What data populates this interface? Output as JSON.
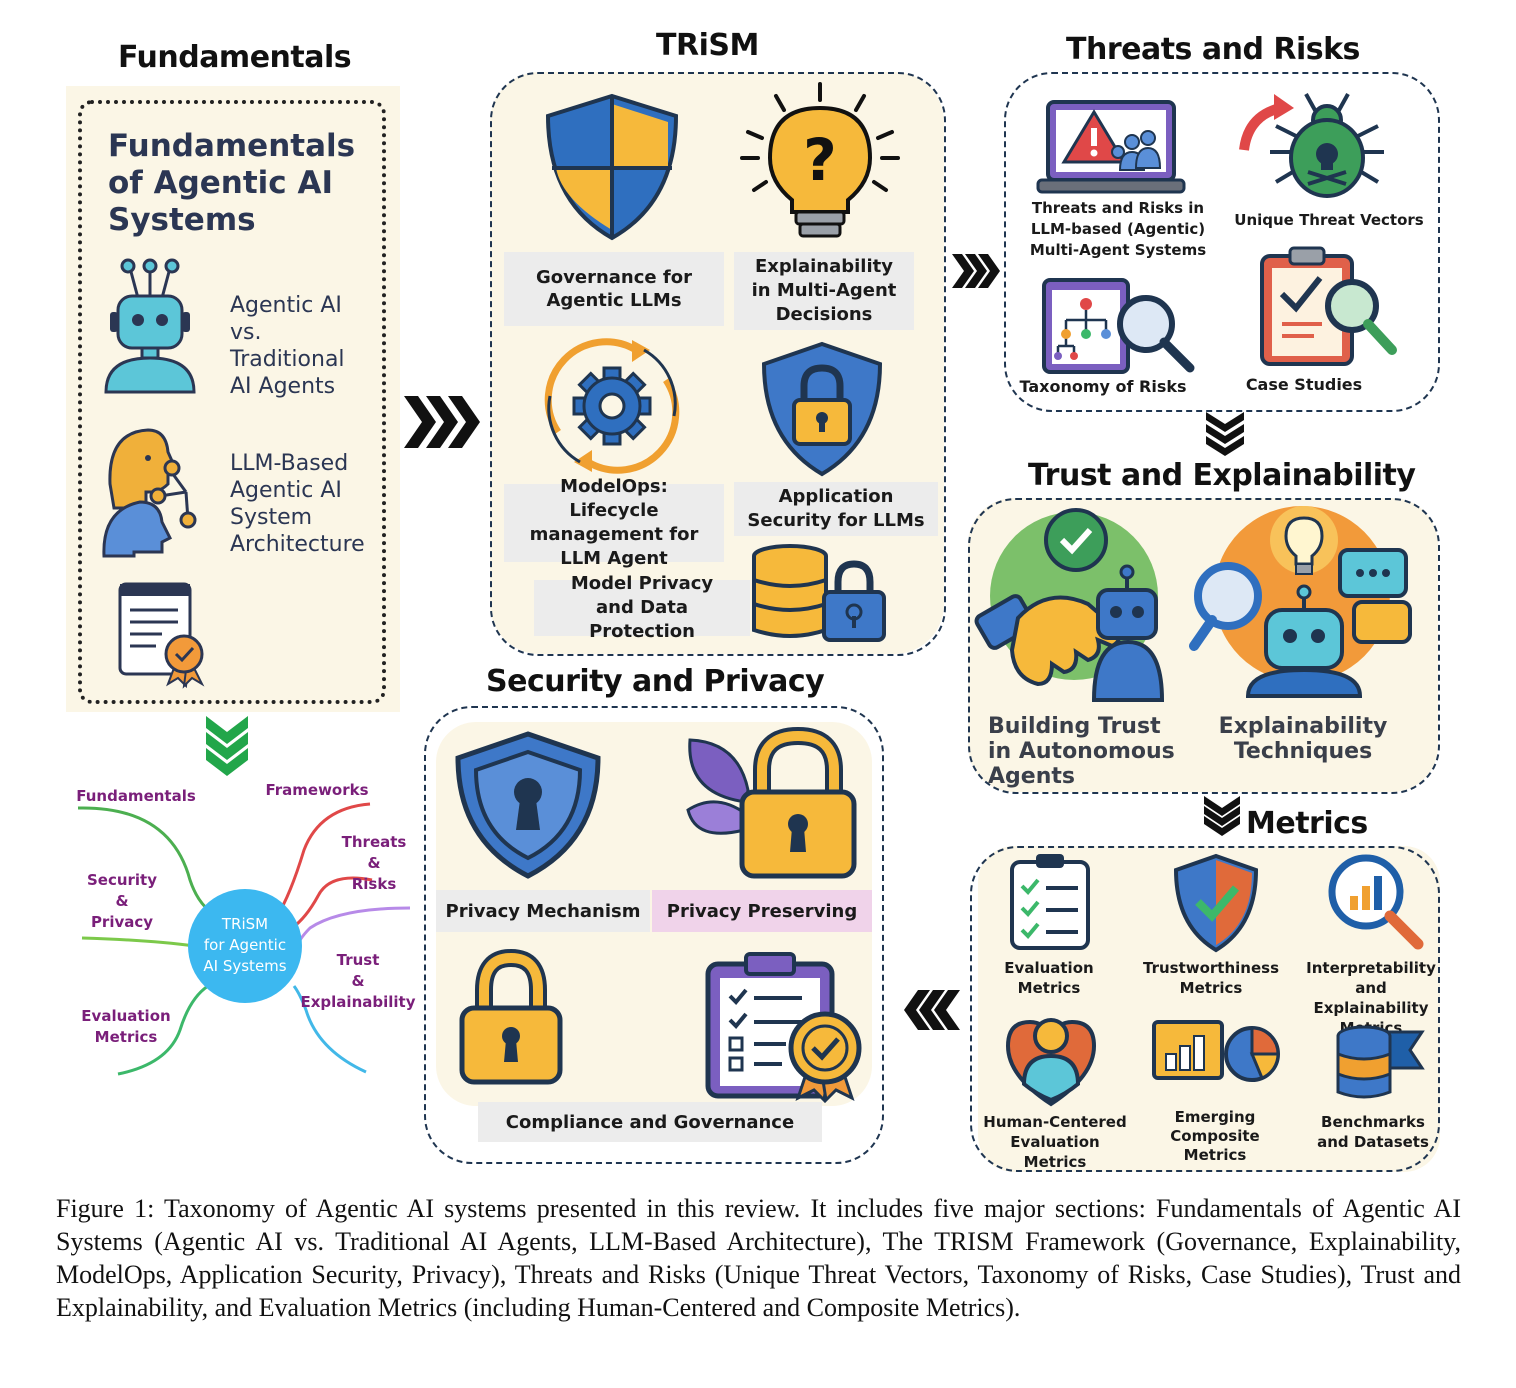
{
  "fundamentals": {
    "title": "Fundamentals",
    "heading": "Fundamentals of Agentic AI Systems",
    "items": [
      {
        "label": "Agentic AI vs. Traditional AI Agents",
        "icon": "robot-icon"
      },
      {
        "label": "LLM-Based Agentic AI System Architecture",
        "icon": "head-network-icon"
      },
      {
        "label": "",
        "icon": "certificate-document-icon"
      }
    ]
  },
  "trism": {
    "title": "TRiSM",
    "items": [
      {
        "label": "Governance for Agentic LLMs",
        "icon": "shield-icon"
      },
      {
        "label": "Explainability in Multi-Agent Decisions",
        "icon": "lightbulb-question-icon"
      },
      {
        "label": "ModelOps: Lifecycle management for LLM Agent",
        "icon": "gear-cycle-icon"
      },
      {
        "label": "Application Security for LLMs",
        "icon": "shield-lock-icon"
      },
      {
        "label": "Model Privacy and Data Protection",
        "icon": "database-lock-icon"
      }
    ]
  },
  "threats": {
    "title": "Threats and Risks",
    "items": [
      {
        "label": "Threats and Risks in LLM-based (Agentic) Multi-Agent Systems",
        "icon": "laptop-warning-icon"
      },
      {
        "label": "Unique Threat Vectors",
        "icon": "bug-icon"
      },
      {
        "label": "Taxonomy of Risks",
        "icon": "taxonomy-magnifier-icon"
      },
      {
        "label": "Case Studies",
        "icon": "clipboard-magnifier-icon"
      }
    ]
  },
  "trust": {
    "title": "Trust and Explainability",
    "items": [
      {
        "label": "Building Trust in Autonomous Agents",
        "icon": "handshake-robot-icon"
      },
      {
        "label": "Explainability Techniques",
        "icon": "robot-magnifier-icon"
      }
    ]
  },
  "metrics": {
    "title": "Metrics",
    "items": [
      {
        "label": "Evaluation Metrics",
        "icon": "checklist-icon"
      },
      {
        "label": "Trustworthiness Metrics",
        "icon": "shield-check-icon"
      },
      {
        "label": "Interpretability and Explainability Metrics",
        "icon": "magnifier-chart-icon"
      },
      {
        "label": "Human-Centered Evaluation Metrics",
        "icon": "person-heart-icon"
      },
      {
        "label": "Emerging Composite Metrics",
        "icon": "composite-chart-icon"
      },
      {
        "label": "Benchmarks and Datasets",
        "icon": "database-flag-icon"
      }
    ]
  },
  "security": {
    "title": "Security and Privacy",
    "items": [
      {
        "label": "Privacy Mechanism",
        "icon": "shield-keyhole-icon"
      },
      {
        "label": "Privacy Preserving",
        "icon": "padlock-leaves-icon"
      },
      {
        "label": "Compliance and Governance",
        "icon": "clipboard-badge-icon"
      }
    ],
    "extra_icon": "padlock-icon"
  },
  "mindmap": {
    "center": "TRiSM for Agentic AI Systems",
    "center_lines": [
      "TRiSM",
      "for Agentic",
      "AI Systems"
    ],
    "branches": [
      {
        "label": "Fundamentals",
        "color": "#4caf50"
      },
      {
        "label": "Frameworks",
        "color": "#e04848"
      },
      {
        "label": "Threats & Risks",
        "color": "#e04848"
      },
      {
        "label": "Security & Privacy",
        "color": "#7cc94a"
      },
      {
        "label": "Trust & Explainability",
        "color": "#b78ae8"
      },
      {
        "label": "Evaluation Metrics",
        "color": "#3cb86a"
      }
    ],
    "branch_lines": {
      "fundamentals": [
        "Fundamentals"
      ],
      "frameworks": [
        "Frameworks"
      ],
      "threats": [
        "Threats",
        "&",
        "Risks"
      ],
      "security": [
        "Security",
        "&",
        "Privacy"
      ],
      "trust": [
        "Trust",
        "&",
        "Explainability"
      ],
      "evaluation": [
        "Evaluation",
        "Metrics"
      ]
    }
  },
  "caption": "Figure 1: Taxonomy of Agentic AI systems presented in this review. It includes five major sections: Fundamentals of Agentic AI Systems (Agentic AI vs. Traditional AI Agents, LLM-Based Architecture), The TRISM Framework (Governance, Explainability, ModelOps, Application Security, Privacy), Threats and Risks (Unique Threat Vectors, Taxonomy of Risks, Case Studies), Trust and Explainability, and Evaluation Metrics (including Human-Centered and Composite Metrics).",
  "colors": {
    "panel_bg": "#fbf6e6",
    "dash_border": "#1f3550",
    "label_grey": "#ececec",
    "label_pink": "#f0d3ea",
    "mindmap_center": "#3cb8f0",
    "mindmap_text": "#7a1f7a",
    "arrow_green": "#22a64a"
  }
}
